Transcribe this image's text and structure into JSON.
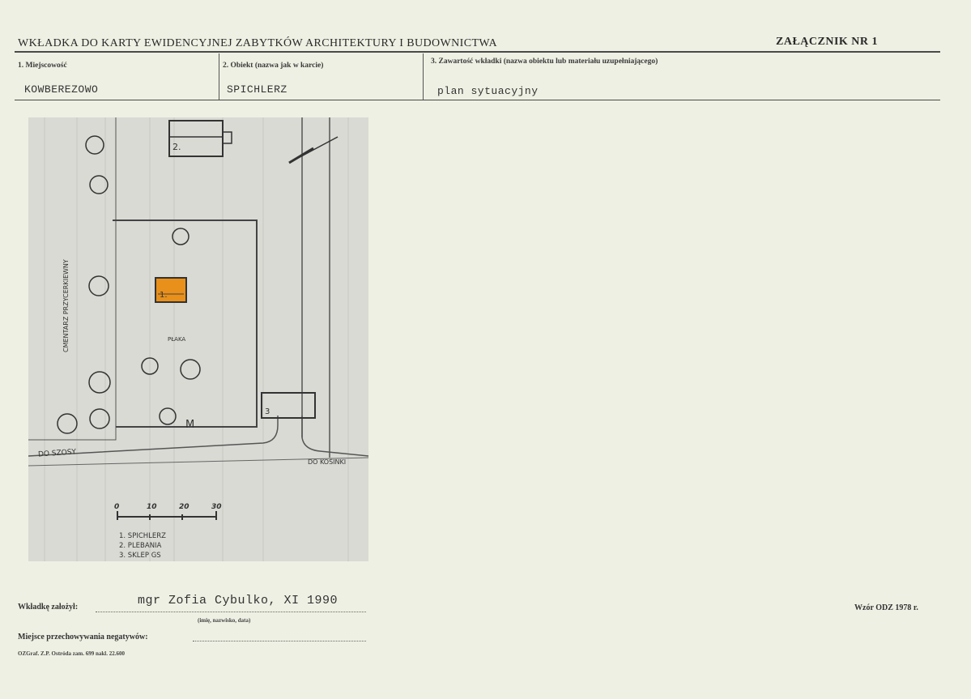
{
  "header": {
    "title": "WKŁADKA DO KARTY EWIDENCYJNEJ ZABYTKÓW ARCHITEKTURY I BUDOWNICTWA",
    "attachment": "ZAŁĄCZNIK NR  1"
  },
  "fields": {
    "field1_label": "1. Miejscowość",
    "field1_value": "KOWBEREZOWO",
    "field2_label": "2. Obiekt (nazwa jak w karcie)",
    "field2_value": "SPICHLERZ",
    "field3_label": "3. Zawartość wkładki (nazwa obiektu lub materiału uzupełniającego)",
    "field3_value": "plan sytuacyjny"
  },
  "map": {
    "label_cemetery": "CMENTARZ PRZYCERKIEWNY",
    "label_square": "PŁAKA",
    "label_do_szosy": "DO SZOSY",
    "label_do_kosinki": "DO KOŚINKI",
    "building_1": "1.",
    "building_2": "2.",
    "building_3": "3",
    "marker_m": "M",
    "scale_0": "0",
    "scale_10": "10",
    "scale_20": "20",
    "scale_30": "30",
    "legend_1": "1.  SPICHLERZ",
    "legend_2": "2.  PLEBANIA",
    "legend_3": "3.  SKLEP GS",
    "highlight_color": "#e8901a"
  },
  "footer": {
    "author_label": "Wkładkę założył:",
    "author_value": "mgr Zofia Cybulko, XI 1990",
    "author_hint": "(imię, nazwisko, data)",
    "negative_label": "Miejsce przechowywania negatywów:",
    "print_info": "OZGraf. Z.P. Ostróda zam. 699 nakl. 22.600",
    "template": "Wzór ODZ 1978 r."
  }
}
